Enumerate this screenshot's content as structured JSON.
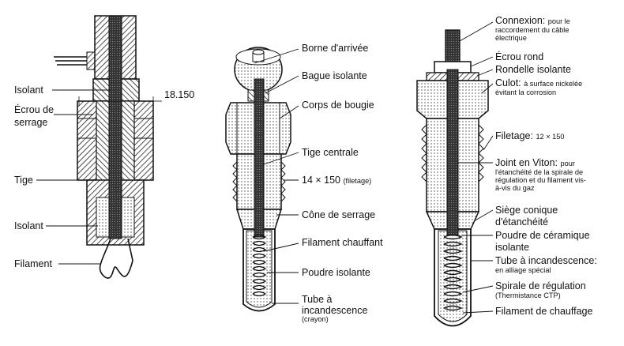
{
  "plug1": {
    "isolant_top": "Isolant",
    "ecrou_line1": "Écrou de",
    "ecrou_line2": "serrage",
    "dimension": "18.150",
    "tige": "Tige",
    "isolant_bottom": "Isolant",
    "filament": "Filament"
  },
  "plug2": {
    "borne": "Borne d'arrivée",
    "bague": "Bague isolante",
    "corps": "Corps de bougie",
    "tige_centrale": "Tige centrale",
    "filetage_main": "14 × 150",
    "filetage_note": "(filetage)",
    "cone": "Cône de serrage",
    "filament": "Filament chauffant",
    "poudre": "Poudre isolante",
    "tube_line1": "Tube à",
    "tube_line2": "incandescence",
    "tube_note": "(crayon)"
  },
  "plug3": {
    "connexion": "Connexion:",
    "connexion_note1": "pour le",
    "connexion_note2": "raccordement du câble",
    "connexion_note3": "électrique",
    "ecrou_rond": "Écrou rond",
    "rondelle": "Rondelle isolante",
    "culot": "Culot:",
    "culot_note1": "à surface nickelée",
    "culot_note2": "évitant la corrosion",
    "filetage": "Filetage:",
    "filetage_note": "12 × 150",
    "joint": "Joint en Viton:",
    "joint_note1": "pour",
    "joint_note2": "l'étanchéité de la spirale de",
    "joint_note3": "régulation et du filament vis-",
    "joint_note4": "à-vis du gaz",
    "siege_line1": "Siège conique",
    "siege_line2": "d'étanchéité",
    "poudre_line1": "Poudre de céramique",
    "poudre_line2": "isolante",
    "tube": "Tube à incandescence:",
    "tube_note": "en alliage spécial",
    "spirale": "Spirale de régulation",
    "spirale_note": "(Thermistance CTP)",
    "filament": "Filament de chauffage"
  }
}
